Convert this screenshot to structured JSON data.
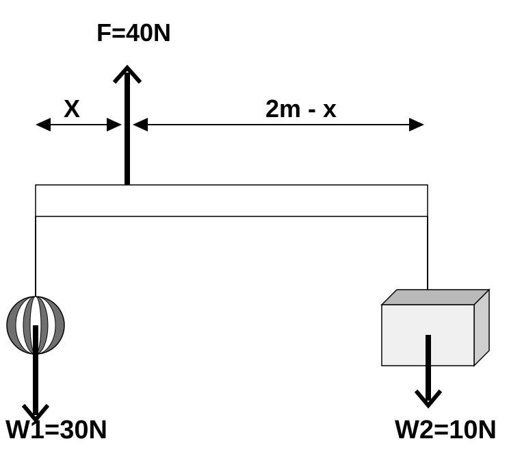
{
  "labels": {
    "force": "F=40N",
    "left_distance": "X",
    "right_distance": "2m - x",
    "weight_left": "W1=30N",
    "weight_right": "W2=10N"
  },
  "colors": {
    "stroke": "#000000",
    "beam_fill": "#ffffff",
    "sphere_dark": "#6f6f6f",
    "sphere_light": "#ffffff",
    "box_front": "#f0f0f0",
    "box_top": "#b9b9b9",
    "box_side": "#cfcfcf"
  }
}
